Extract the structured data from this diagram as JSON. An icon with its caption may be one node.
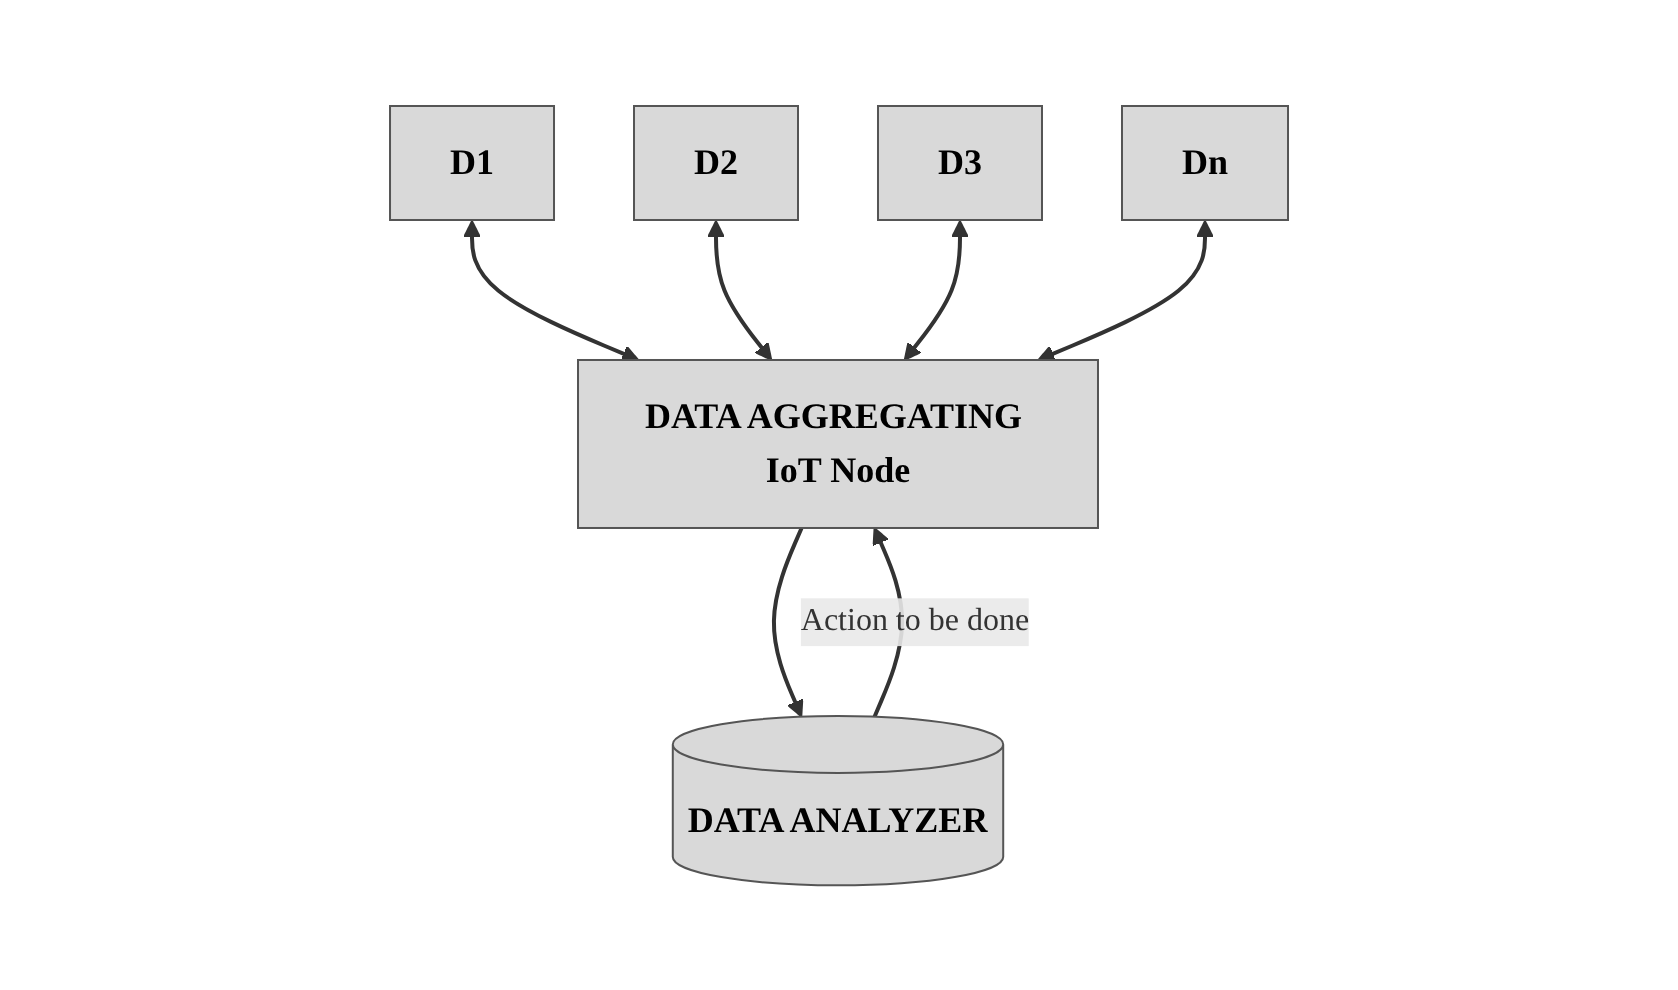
{
  "diagram": {
    "nodes": [
      {
        "text": [
          "D1"
        ]
      },
      {
        "text": [
          "D2"
        ]
      },
      {
        "text": [
          "D3"
        ]
      },
      {
        "text": [
          "Dn"
        ]
      },
      {
        "text": [
          "DATA AGGREGATING IoT Node"
        ]
      },
      {
        "text": [
          "DATA ANALYZER"
        ]
      }
    ],
    "edges": [
      {
        "from": 0,
        "to": 4,
        "arrow": "both"
      },
      {
        "from": 1,
        "to": 4,
        "arrow": "both"
      },
      {
        "from": 2,
        "to": 4,
        "arrow": "both"
      },
      {
        "from": 3,
        "to": 4,
        "arrow": "both"
      },
      {
        "from": 4,
        "to": 5,
        "arrow": "to"
      },
      {
        "from": 5,
        "to": 4,
        "arrow": "to",
        "label": "Action to be done"
      }
    ]
  }
}
